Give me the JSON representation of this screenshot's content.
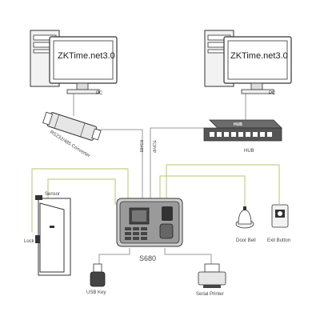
{
  "pcs": [
    {
      "screen_text": "ZKTime.net3.0",
      "label": "PC"
    },
    {
      "screen_text": "ZKTime.net3.0",
      "label": "PC"
    }
  ],
  "converter": {
    "label": "RS232/485 Converter"
  },
  "hub": {
    "label": "HUB",
    "badge": "HUB"
  },
  "links": {
    "rs485": "RS485",
    "tcpip": "TCP/IP"
  },
  "device": {
    "label": "S680"
  },
  "sensor": {
    "label": "Sensor"
  },
  "lock": {
    "label": "Lock"
  },
  "door_bell": {
    "label": "Door Bell"
  },
  "exit_button": {
    "label": "Exit Button"
  },
  "usb_key": {
    "label": "USB Key"
  },
  "serial_printer": {
    "label": "Serial Printer"
  },
  "colors": {
    "wire_gray": "#9a9a9a",
    "wire_green": "#b5c96a",
    "outline": "#333333"
  }
}
